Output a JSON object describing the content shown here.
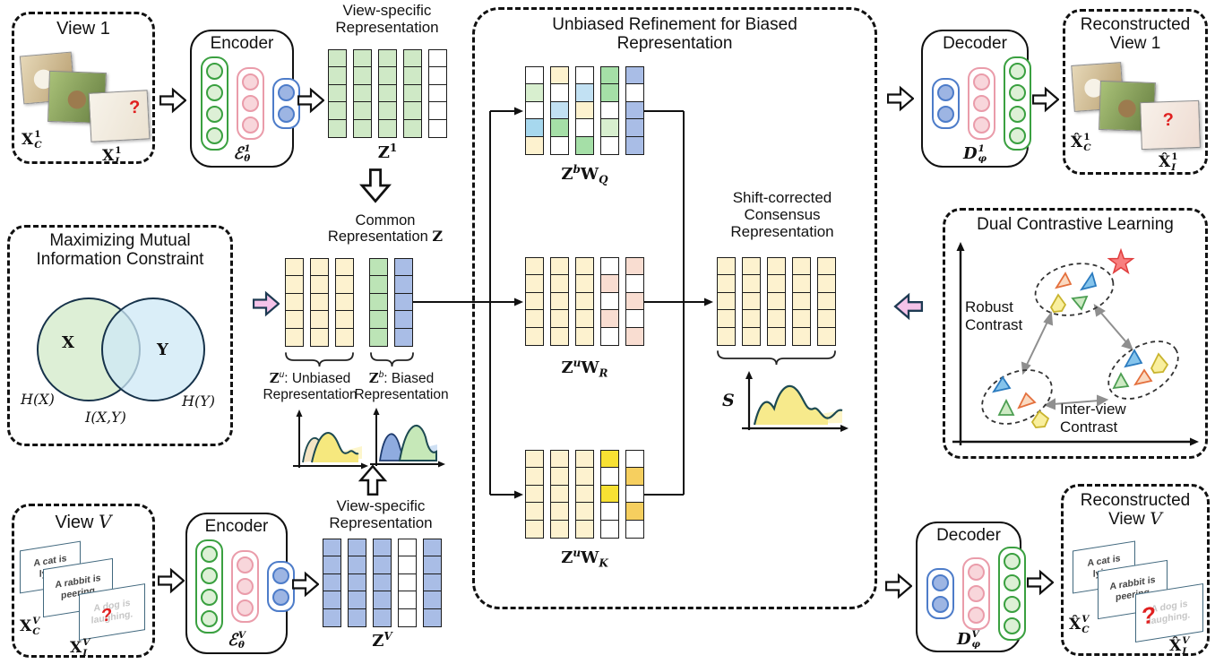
{
  "palette": {
    "w": "#ffffff",
    "gn": "#cfe9c6",
    "yl": "#fdf2cf",
    "bl": "#a9bde6",
    "g2": "#a5dfa7",
    "g3": "#d8efcf",
    "cb": "#c2e1f3",
    "cb2": "#a7d8ee",
    "pk": "#f9ddd1",
    "YY": "#f8e133",
    "OO": "#f6cf5f",
    "g4": "#bce4b6"
  },
  "grids": {
    "z1": {
      "columns": [
        [
          "gn",
          "gn",
          "gn",
          "gn",
          "gn"
        ],
        [
          "gn",
          "gn",
          "gn",
          "gn",
          "gn"
        ],
        [
          "gn",
          "gn",
          "gn",
          "gn",
          "gn"
        ],
        [
          "gn",
          "gn",
          "gn",
          "gn",
          "gn"
        ],
        [
          "w",
          "w",
          "w",
          "w",
          "w"
        ]
      ]
    },
    "zv": {
      "columns": [
        [
          "bl",
          "bl",
          "bl",
          "bl",
          "bl"
        ],
        [
          "bl",
          "bl",
          "bl",
          "bl",
          "bl"
        ],
        [
          "bl",
          "bl",
          "bl",
          "bl",
          "bl"
        ],
        [
          "w",
          "w",
          "w",
          "w",
          "w"
        ],
        [
          "bl",
          "bl",
          "bl",
          "bl",
          "bl"
        ]
      ]
    },
    "common": {
      "gap_after": 2,
      "extra_gap": 10,
      "columns": [
        [
          "yl",
          "yl",
          "yl",
          "yl",
          "yl"
        ],
        [
          "yl",
          "yl",
          "yl",
          "yl",
          "yl"
        ],
        [
          "yl",
          "yl",
          "yl",
          "yl",
          "yl"
        ],
        [
          "g4",
          "g4",
          "g4",
          "g4",
          "g4"
        ],
        [
          "bl",
          "bl",
          "bl",
          "bl",
          "bl"
        ]
      ]
    },
    "zbwq": {
      "columns": [
        [
          "w",
          "g3",
          "w",
          "cb2",
          "yl"
        ],
        [
          "yl",
          "w",
          "cb",
          "g2",
          "w"
        ],
        [
          "w",
          "cb",
          "yl",
          "w",
          "g2"
        ],
        [
          "g2",
          "g2",
          "w",
          "g3",
          "w"
        ],
        [
          "bl",
          "w",
          "bl",
          "bl",
          "bl"
        ]
      ]
    },
    "zuwr": {
      "columns": [
        [
          "yl",
          "yl",
          "yl",
          "yl",
          "yl"
        ],
        [
          "yl",
          "yl",
          "yl",
          "yl",
          "yl"
        ],
        [
          "yl",
          "yl",
          "yl",
          "yl",
          "yl"
        ],
        [
          "w",
          "pk",
          "w",
          "pk",
          "w"
        ],
        [
          "pk",
          "w",
          "pk",
          "w",
          "pk"
        ]
      ]
    },
    "zuwk": {
      "columns": [
        [
          "yl",
          "yl",
          "yl",
          "yl",
          "yl"
        ],
        [
          "yl",
          "yl",
          "yl",
          "yl",
          "yl"
        ],
        [
          "yl",
          "yl",
          "yl",
          "yl",
          "yl"
        ],
        [
          "YY",
          "w",
          "YY",
          "w",
          "w"
        ],
        [
          "w",
          "OO",
          "w",
          "OO",
          "w"
        ]
      ]
    },
    "consensus": {
      "columns": [
        [
          "yl",
          "yl",
          "yl",
          "yl",
          "yl"
        ],
        [
          "yl",
          "yl",
          "yl",
          "yl",
          "yl"
        ],
        [
          "yl",
          "yl",
          "yl",
          "yl",
          "yl"
        ],
        [
          "yl",
          "yl",
          "yl",
          "yl",
          "yl"
        ],
        [
          "yl",
          "yl",
          "yl",
          "yl",
          "yl"
        ]
      ]
    }
  },
  "view1": {
    "title": "View 1",
    "qmark": "?",
    "xc": {
      "b": "X",
      "sup": "1",
      "sub": "C"
    },
    "xi": {
      "b": "X",
      "sup": "1",
      "sub": "I"
    }
  },
  "encoder1": {
    "title": "Encoder",
    "label": {
      "b": "ℰ",
      "sup": "1",
      "sub": "θ"
    }
  },
  "decoder1": {
    "title": "Decoder",
    "label": {
      "b": "D",
      "sup": "1",
      "sub": "φ"
    }
  },
  "recon1": {
    "title1": "Reconstructed",
    "title2": "View 1",
    "qmark": "?",
    "xc": {
      "b": "X̂",
      "sup": "1",
      "sub": "C"
    },
    "xi": {
      "b": "X̂",
      "sup": "1",
      "sub": "I"
    }
  },
  "viewV": {
    "title_pre": "View ",
    "title_var": "V",
    "qmark": "?",
    "cards": [
      "A cat is lying",
      "A rabbit is peering",
      "A dog is laughing."
    ],
    "xc": {
      "b": "X",
      "sup": "V",
      "sub": "C"
    },
    "xi": {
      "b": "X",
      "sup": "V",
      "sub": "I"
    }
  },
  "encoderV": {
    "title": "Encoder",
    "label": {
      "b": "ℰ",
      "sup": "V",
      "sub": "θ"
    }
  },
  "decoderV": {
    "title": "Decoder",
    "label": {
      "b": "D",
      "sup": "V",
      "sub": "φ"
    }
  },
  "reconV": {
    "title1": "Reconstructed",
    "title2_pre": "View ",
    "title2_var": "V",
    "qmark": "?",
    "cards": [
      "A cat is lying",
      "A rabbit is peering",
      "A dog is laughing."
    ],
    "xc": {
      "b": "X̂",
      "sup": "V",
      "sub": "C"
    },
    "xi": {
      "b": "X̂",
      "sup": "V",
      "sub": "I"
    }
  },
  "vsr_top": {
    "line1": "View-specific",
    "line2": "Representation"
  },
  "vsr_bottom": {
    "line1": "View-specific",
    "line2": "Representation"
  },
  "labels": {
    "z1": {
      "b": "Z",
      "sup": "1"
    },
    "zv": {
      "b": "Z",
      "sup": "V"
    },
    "zbwq": {
      "b1": "Z",
      "s1": "b",
      "b2": "W",
      "s2": "Q"
    },
    "zuwr": {
      "b1": "Z",
      "s1": "u",
      "b2": "W",
      "s2": "R"
    },
    "zuwk": {
      "b1": "Z",
      "s1": "u",
      "b2": "W",
      "s2": "K"
    }
  },
  "refinement": {
    "title1": "Unbiased Refinement for Biased",
    "title2": "Representation"
  },
  "consensus": {
    "line1": "Shift-corrected",
    "line2": "Consensus",
    "line3": "Representation",
    "s": "S"
  },
  "common": {
    "line1": "Common",
    "line2_pre": "Representation ",
    "line2_z": "Z",
    "zu": {
      "sym": "Z",
      "sup": "u",
      "rest": ": Unbiased",
      "line2": "Representation"
    },
    "zb": {
      "sym": "Z",
      "sup": "b",
      "rest": ": Biased",
      "line2": "Representation"
    }
  },
  "mmi": {
    "title1": "Maximizing Mutual",
    "title2": "Information Constraint",
    "x": "X",
    "y": "Y",
    "hx": "H(X)",
    "ixy": "I(X,Y)",
    "hy": "H(Y)"
  },
  "dcl": {
    "title": "Dual Contrastive Learning",
    "robust1": "Robust",
    "robust2": "Contrast",
    "inter1": "Inter-view",
    "inter2": "Contrast"
  }
}
